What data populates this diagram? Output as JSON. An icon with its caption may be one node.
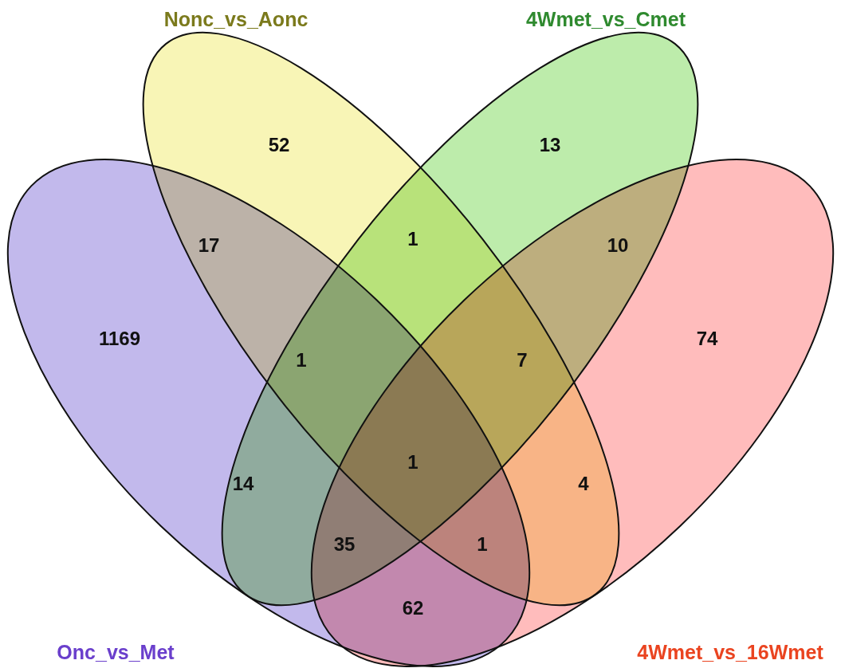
{
  "diagram": {
    "nodes": [
      {
        "text": [
          "Onc_vs_Met"
        ]
      },
      {
        "text": [
          "Nonc_vs_Aonc"
        ]
      },
      {
        "text": [
          "4Wmet_vs_Cmet"
        ]
      },
      {
        "text": [
          "4Wmet_vs_16Wmet"
        ]
      }
    ],
    "edges": [],
    "labels": [
      "52",
      "13",
      "17",
      "1",
      "10",
      "1169",
      "1",
      "7",
      "74",
      "1",
      "14",
      "4",
      "35",
      "1",
      "62"
    ]
  }
}
